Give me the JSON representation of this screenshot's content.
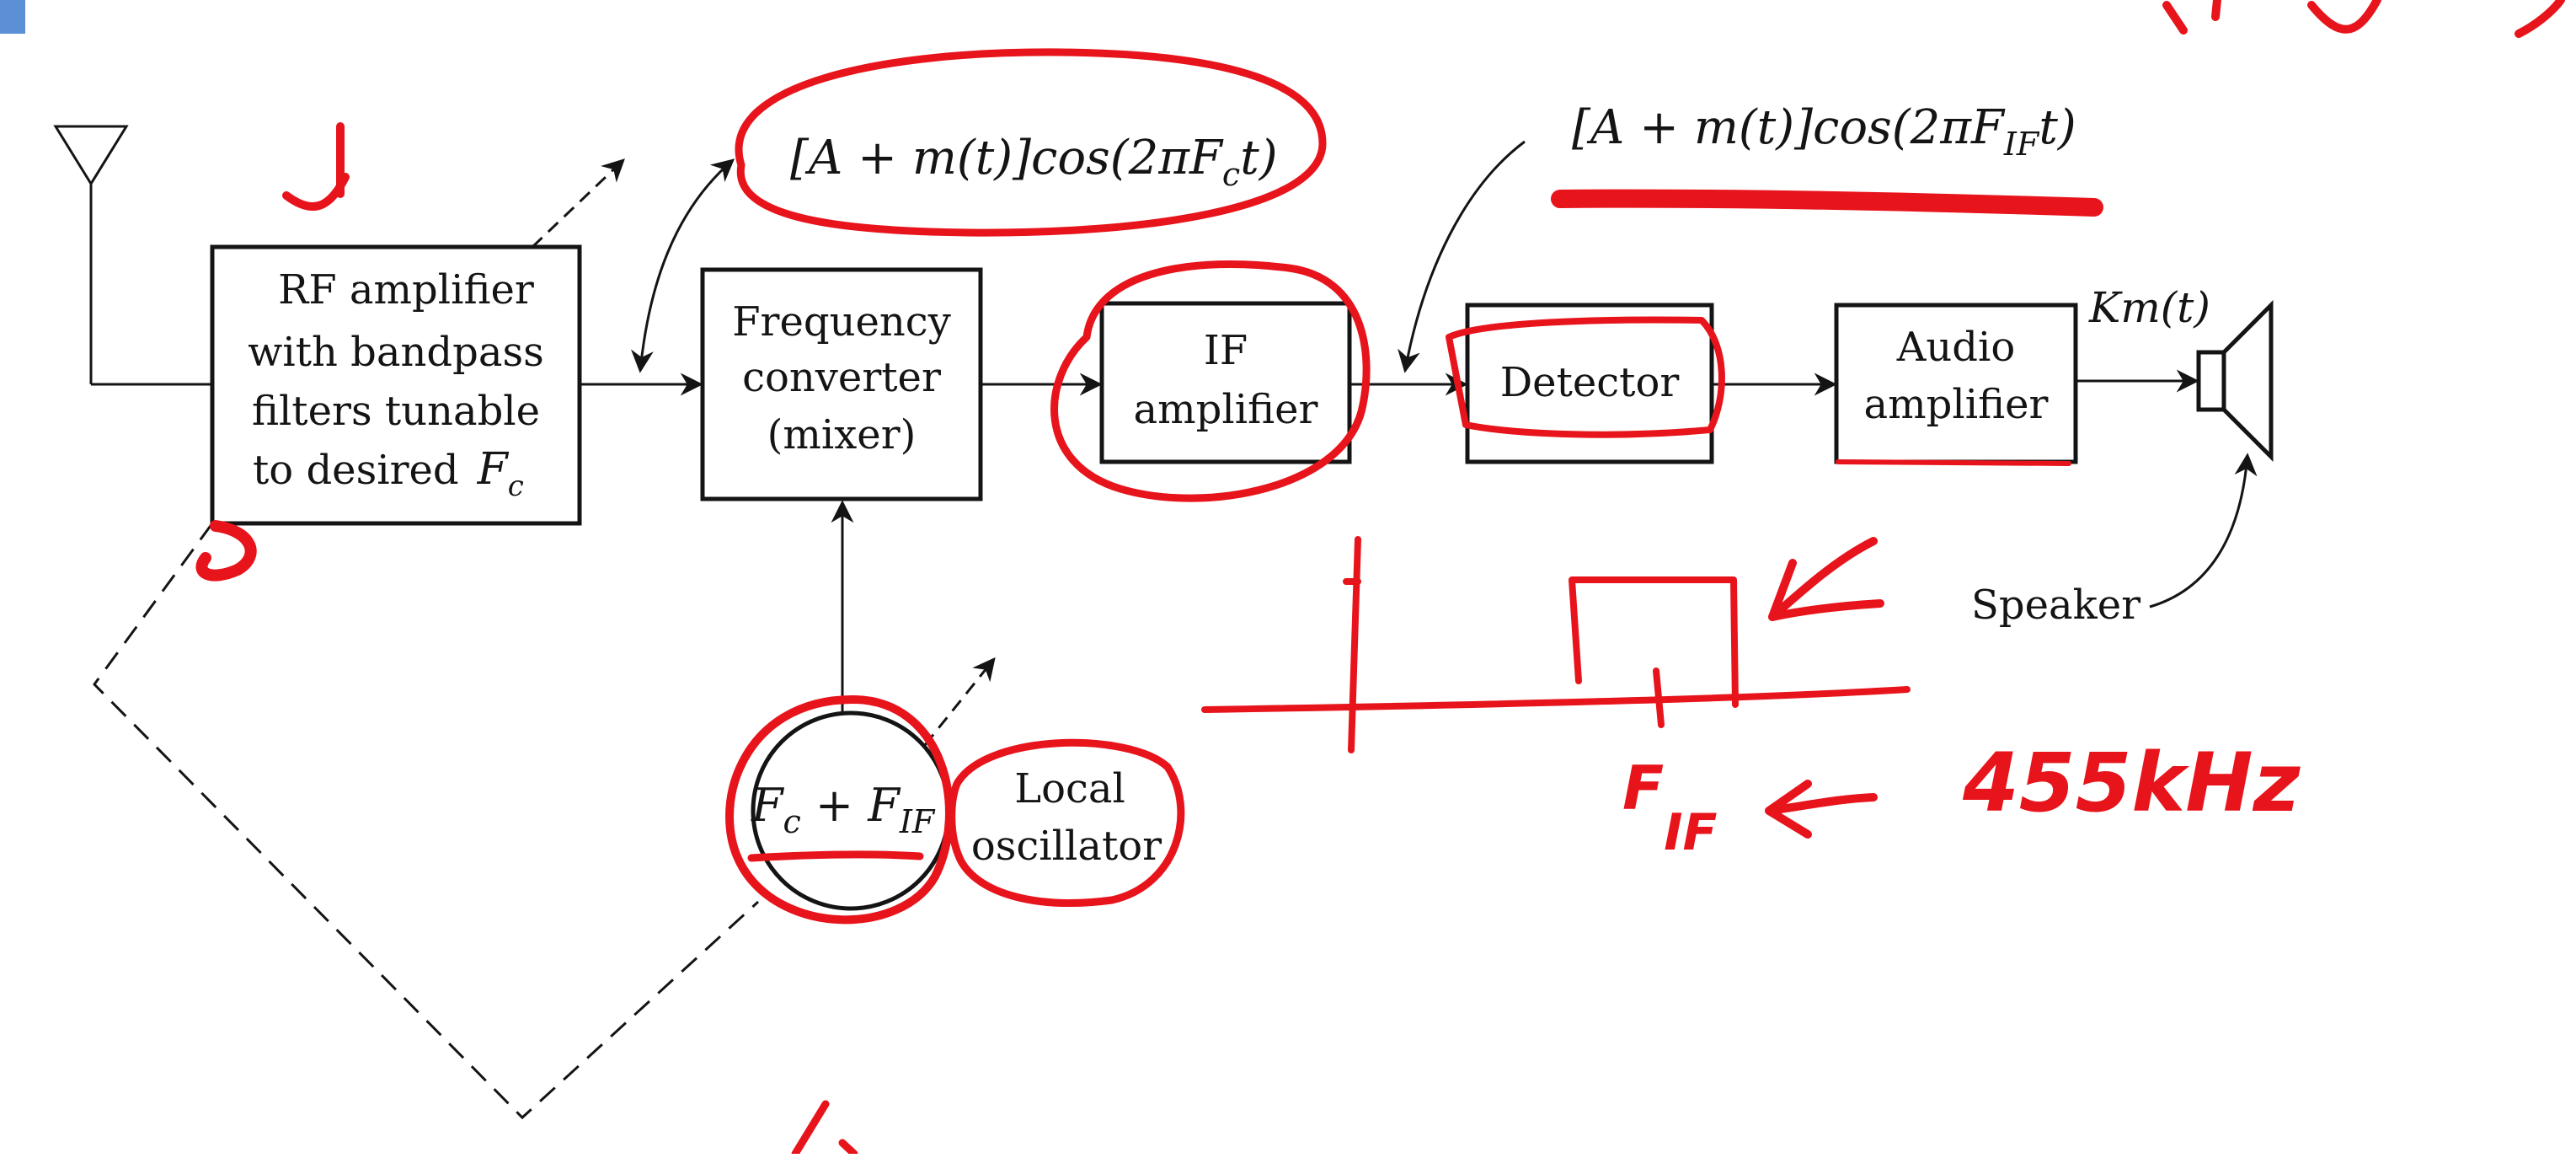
{
  "colors": {
    "ink": "#141414",
    "annotation": "#e8141c",
    "corner_tab": "#5b8fd6"
  },
  "blocks": {
    "rf": {
      "lines": [
        "RF amplifier",
        "with bandpass",
        "filters tunable",
        "to desired"
      ],
      "var": "F",
      "var_sub": "c"
    },
    "mixer": {
      "lines": [
        "Frequency",
        "converter",
        "(mixer)"
      ]
    },
    "if_amp": {
      "lines": [
        "IF",
        "amplifier"
      ]
    },
    "detector": {
      "lines": [
        "Detector"
      ]
    },
    "audio": {
      "lines": [
        "Audio",
        "amplifier"
      ]
    },
    "local_osc": {
      "lines": [
        "Local",
        "oscillator"
      ]
    }
  },
  "labels": {
    "signal_rf": {
      "pre": "[A + m(t)]cos(2πF",
      "sub": "c",
      "post": "t)"
    },
    "signal_if": {
      "pre": "[A + m(t)]cos(2πF",
      "sub": "IF",
      "post": "t)"
    },
    "osc_freq": {
      "f1": "F",
      "s1": "c",
      "mid": " + F",
      "s2": "IF"
    },
    "output": "Km(t)",
    "speaker": "Speaker"
  },
  "handwriting": {
    "fif_main": "F",
    "fif_sub": "IF",
    "freq": "455kHz"
  }
}
